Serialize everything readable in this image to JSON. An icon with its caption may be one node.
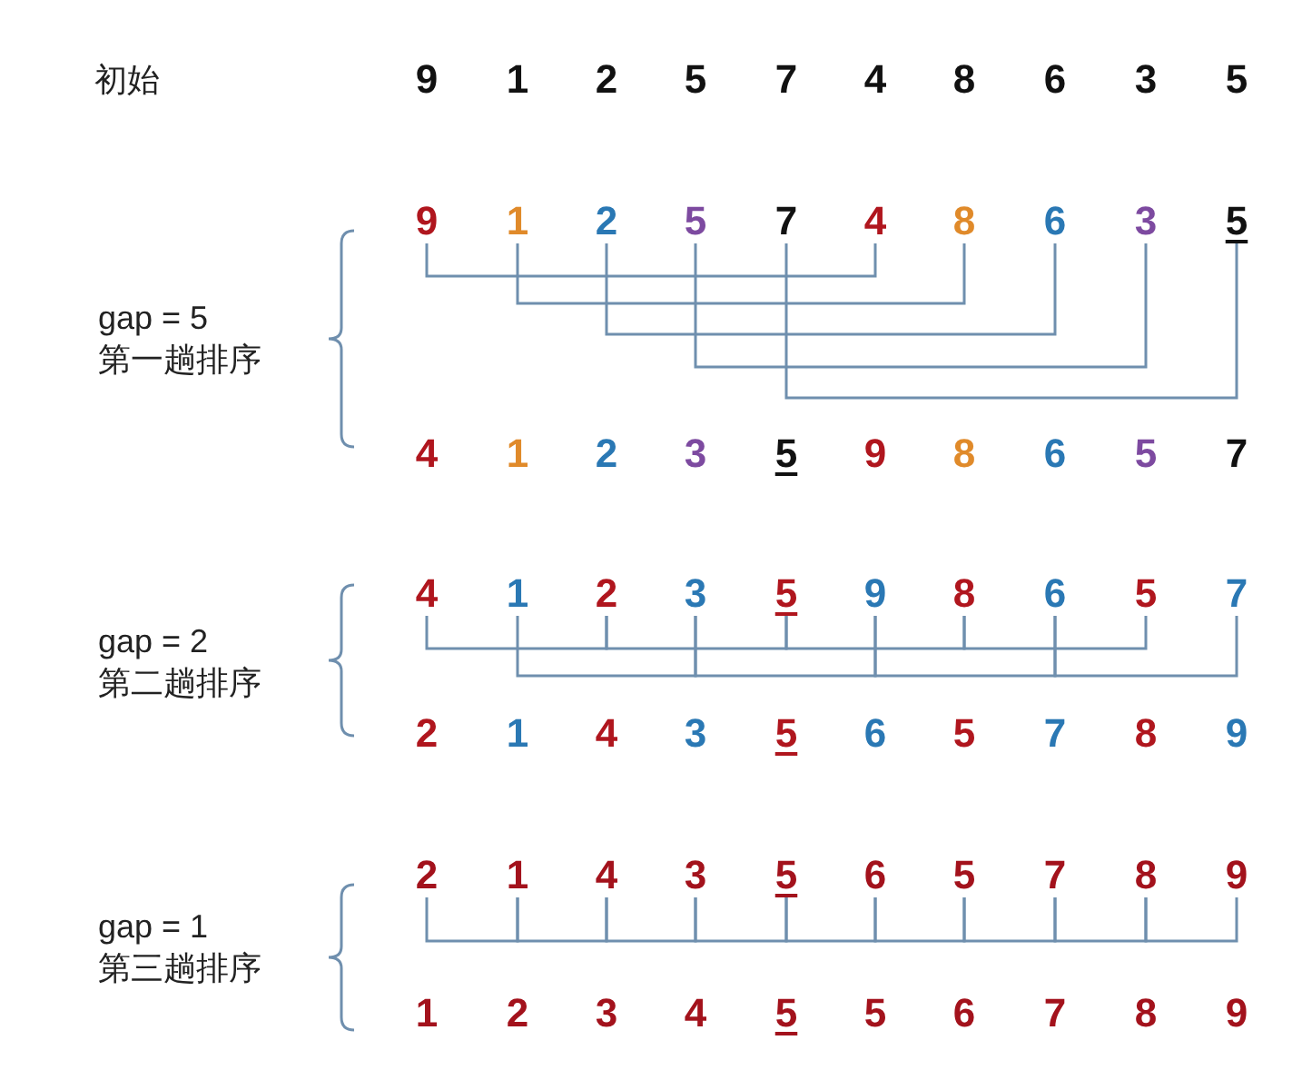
{
  "diagram": {
    "nodes": [
      {
        "text": [
          "9"
        ]
      },
      {
        "text": [
          "1"
        ]
      },
      {
        "text": [
          "2"
        ]
      },
      {
        "text": [
          "5"
        ]
      },
      {
        "text": [
          "7"
        ]
      },
      {
        "text": [
          "4"
        ]
      },
      {
        "text": [
          "8"
        ]
      },
      {
        "text": [
          "6"
        ]
      },
      {
        "text": [
          "3"
        ]
      },
      {
        "text": [
          "5"
        ]
      },
      {
        "text": [
          "4"
        ]
      },
      {
        "text": [
          "1"
        ]
      },
      {
        "text": [
          "2"
        ]
      },
      {
        "text": [
          "3"
        ]
      },
      {
        "text": [
          "5"
        ]
      },
      {
        "text": [
          "9"
        ]
      },
      {
        "text": [
          "8"
        ]
      },
      {
        "text": [
          "6"
        ]
      },
      {
        "text": [
          "5"
        ]
      },
      {
        "text": [
          "7"
        ]
      },
      {
        "text": [
          "2"
        ]
      },
      {
        "text": [
          "1"
        ]
      },
      {
        "text": [
          "4"
        ]
      },
      {
        "text": [
          "3"
        ]
      },
      {
        "text": [
          "5"
        ]
      },
      {
        "text": [
          "6"
        ]
      },
      {
        "text": [
          "5"
        ]
      },
      {
        "text": [
          "7"
        ]
      },
      {
        "text": [
          "8"
        ]
      },
      {
        "text": [
          "9"
        ]
      }
    ],
    "edges": [
      {
        "from": 0,
        "to": 5,
        "arrow": "none"
      },
      {
        "from": 1,
        "to": 6,
        "arrow": "none"
      },
      {
        "from": 2,
        "to": 7,
        "arrow": "none"
      },
      {
        "from": 3,
        "to": 8,
        "arrow": "none"
      },
      {
        "from": 4,
        "to": 9,
        "arrow": "none"
      },
      {
        "from": 10,
        "to": 12,
        "arrow": "none"
      },
      {
        "from": 12,
        "to": 14,
        "arrow": "none"
      },
      {
        "from": 14,
        "to": 16,
        "arrow": "none"
      },
      {
        "from": 16,
        "to": 18,
        "arrow": "none"
      },
      {
        "from": 11,
        "to": 13,
        "arrow": "none"
      },
      {
        "from": 13,
        "to": 15,
        "arrow": "none"
      },
      {
        "from": 15,
        "to": 17,
        "arrow": "none"
      },
      {
        "from": 17,
        "to": 19,
        "arrow": "none"
      },
      {
        "from": 20,
        "to": 21,
        "arrow": "none"
      },
      {
        "from": 21,
        "to": 22,
        "arrow": "none"
      },
      {
        "from": 22,
        "to": 23,
        "arrow": "none"
      },
      {
        "from": 23,
        "to": 24,
        "arrow": "none"
      },
      {
        "from": 24,
        "to": 25,
        "arrow": "none"
      },
      {
        "from": 25,
        "to": 26,
        "arrow": "none"
      },
      {
        "from": 26,
        "to": 27,
        "arrow": "none"
      },
      {
        "from": 27,
        "to": 28,
        "arrow": "none"
      },
      {
        "from": 28,
        "to": 29,
        "arrow": "none"
      }
    ],
    "labels": [
      "初始",
      "9",
      "1",
      "2",
      "5",
      "7",
      "4",
      "8",
      "6",
      "3",
      "5",
      "gap = 5",
      "第一趟排序",
      "4",
      "1",
      "2",
      "3",
      "5",
      "9",
      "8",
      "6",
      "5",
      "7",
      "gap = 2",
      "第二趟排序",
      "2",
      "1",
      "4",
      "3",
      "5",
      "6",
      "5",
      "7",
      "8",
      "9",
      "gap = 1",
      "第三趟排序",
      "1",
      "2",
      "3",
      "4",
      "5",
      "5",
      "6",
      "7",
      "8",
      "9"
    ]
  }
}
